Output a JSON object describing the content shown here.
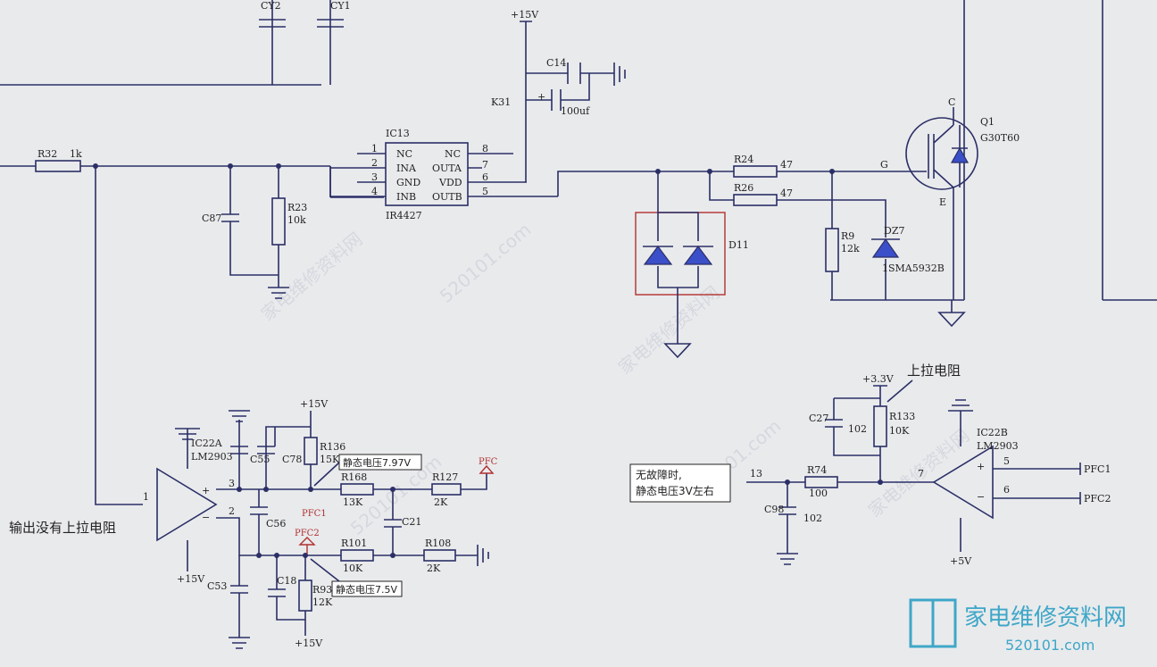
{
  "labels": {
    "cy2": "CY2",
    "cy1": "CY1",
    "v15_top": "+15V",
    "c14": "C14",
    "k31": "K31",
    "c100": "100uf",
    "ic13": "IC13",
    "ir4427": "IR4427",
    "pin_nc1": "NC",
    "pin_ina": "INA",
    "pin_gnd": "GND",
    "pin_inb": "INB",
    "pin_nc2": "NC",
    "pin_outa": "OUTA",
    "pin_vdd": "VDD",
    "pin_outb": "OUTB",
    "n1": "1",
    "n2": "2",
    "n3": "3",
    "n4": "4",
    "n5": "5",
    "n6": "6",
    "n7": "7",
    "n8": "8",
    "r32": "R32",
    "r32v": "1k",
    "c87": "C87",
    "r23": "R23",
    "r23v": "10k",
    "r24": "R24",
    "r24v": "47",
    "r26": "R26",
    "r26v": "47",
    "g": "G",
    "q1": "Q1",
    "q1v": "G30T60",
    "e": "E",
    "c": "C",
    "r9": "R9",
    "r9v": "12k",
    "dz7": "DZ7",
    "dz7v": "1SMA5932B",
    "d11": "D11",
    "ic22a": "IC22A",
    "lm2903a": "LM2903",
    "c55": "C55",
    "c78": "C78",
    "r136": "R136",
    "r136v": "15K",
    "v15_mid": "+15V",
    "pfc": "PFC",
    "r168": "R168",
    "r168v": "13K",
    "r127": "R127",
    "r127v": "2K",
    "pfc1": "PFC1",
    "c56": "C56",
    "c21": "C21",
    "pfc2": "PFC2",
    "r101": "R101",
    "r101v": "10K",
    "r108": "R108",
    "r108v": "2K",
    "c53": "C53",
    "c18": "C18",
    "r93": "R93",
    "r93v": "12K",
    "v15_bot1": "+15V",
    "v15_bot2": "+15V",
    "ic22b": "IC22B",
    "lm2903b": "LM2903",
    "v33": "+3.3V",
    "c27": "C27",
    "c27v": "102",
    "r133": "R133",
    "r133v": "10K",
    "r74": "R74",
    "r74v": "100",
    "c98": "C98",
    "c98v": "102",
    "n13": "13",
    "pfc1b": "PFC1",
    "pfc2b": "PFC2",
    "v5": "+5V",
    "ann_797": "静态电压7.97V",
    "ann_75": "静态电压7.5V",
    "ann_nofault_1": "无故障时,",
    "ann_nofault_2": "静态电压3V左右",
    "ann_pullup": "上拉电阻",
    "ann_no_pullup": "输出没有上拉电阻",
    "brand": "家电维修资料网",
    "brand_url": "520101.com",
    "wm1": "家电维修资料网",
    "wm2": "520101.com"
  },
  "colors": {
    "wire": "#2b2f66",
    "highlight": "#c03030",
    "diode": "#3a4fc8",
    "brand": "#3ea7c8"
  }
}
